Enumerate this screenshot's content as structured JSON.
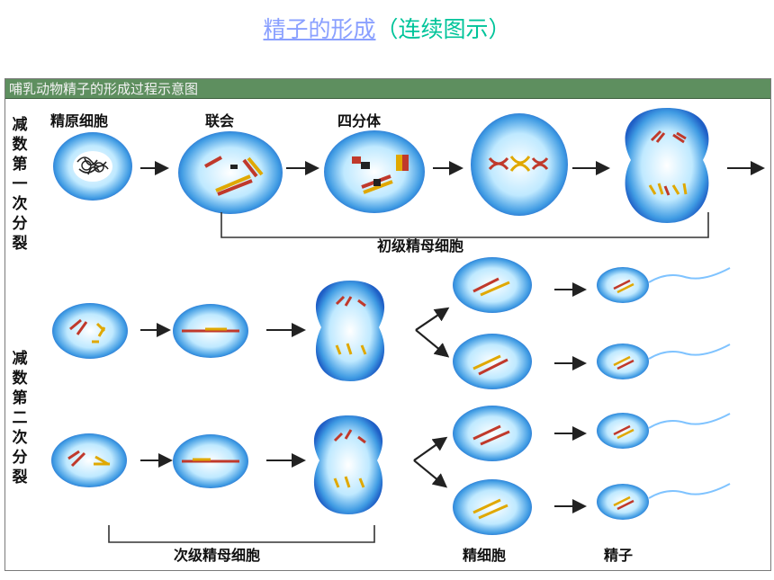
{
  "title": {
    "link_text": "精子的形成",
    "rest_text": "（连续图示）"
  },
  "figure": {
    "header": "哺乳动物精子的形成过程示意图",
    "phase1_label": "减数第一次分裂",
    "phase2_label": "减数第二次分裂",
    "stage_labels": {
      "spermatogonium": "精原细胞",
      "synapsis": "联会",
      "tetrad": "四分体",
      "primary": "初级精母细胞",
      "secondary": "次级精母细胞",
      "spermatid": "精细胞",
      "sperm": "精子"
    }
  },
  "colors": {
    "cell_edge": "#1f5fc6",
    "cell_center": "#d8f4ff",
    "chromosome_red": "#c0392b",
    "chromosome_yellow": "#e0a800",
    "header_bar": "#5e8f5f",
    "arrow": "#222222"
  }
}
